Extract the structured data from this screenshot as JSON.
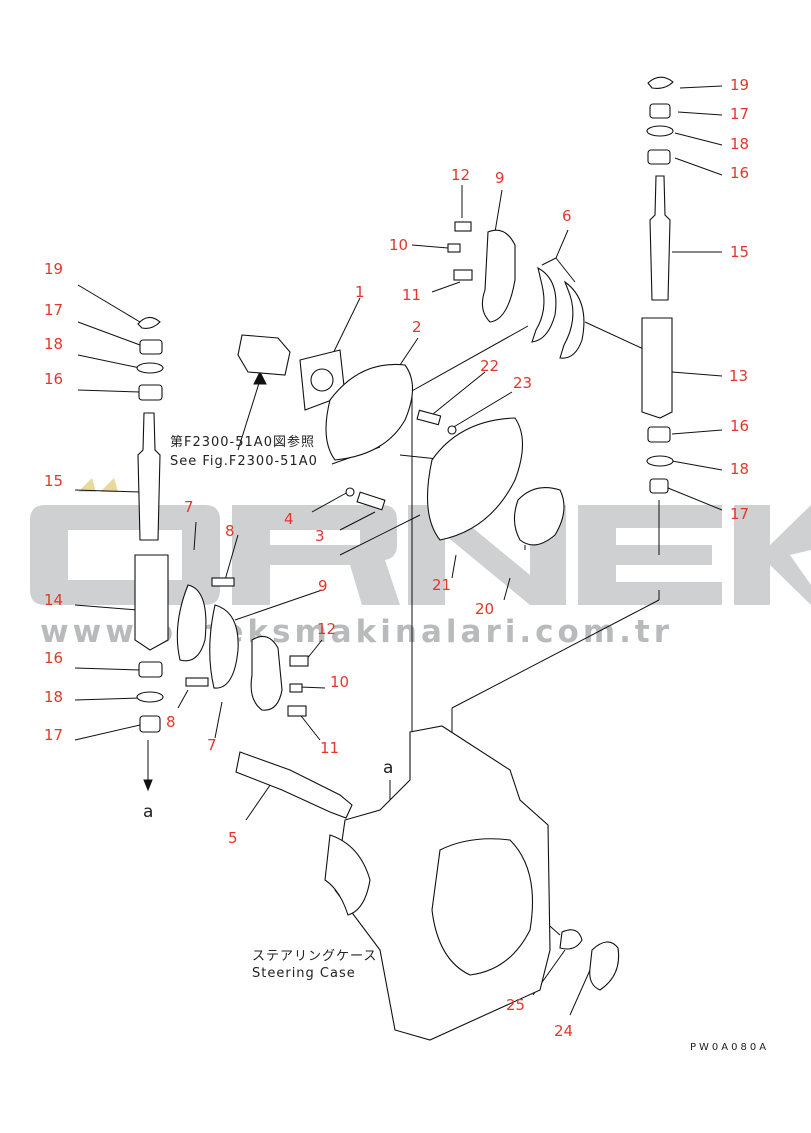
{
  "diagram": {
    "code": "PW0A080A",
    "reference": {
      "jp": "第F2300-51A0図参照",
      "en": "See Fig.F2300-51A0"
    },
    "case_label": {
      "jp": "ステアリングケース",
      "en": "Steering Case"
    },
    "view_marks": [
      "a",
      "a"
    ],
    "part_numbers": [
      "1",
      "2",
      "3",
      "4",
      "5",
      "6",
      "7",
      "7",
      "8",
      "8",
      "9",
      "9",
      "10",
      "10",
      "11",
      "11",
      "12",
      "12",
      "13",
      "14",
      "15",
      "15",
      "16",
      "16",
      "16",
      "16",
      "17",
      "17",
      "17",
      "17",
      "18",
      "18",
      "18",
      "18",
      "19",
      "19",
      "20",
      "21",
      "22",
      "23",
      "24",
      "25"
    ]
  },
  "watermark": {
    "brand": "ORNEK",
    "site": "www.orneksmakinalari.com.tr",
    "color": "#cfd0d2"
  },
  "colors": {
    "part_number": "#e0382c",
    "line": "#111111"
  }
}
